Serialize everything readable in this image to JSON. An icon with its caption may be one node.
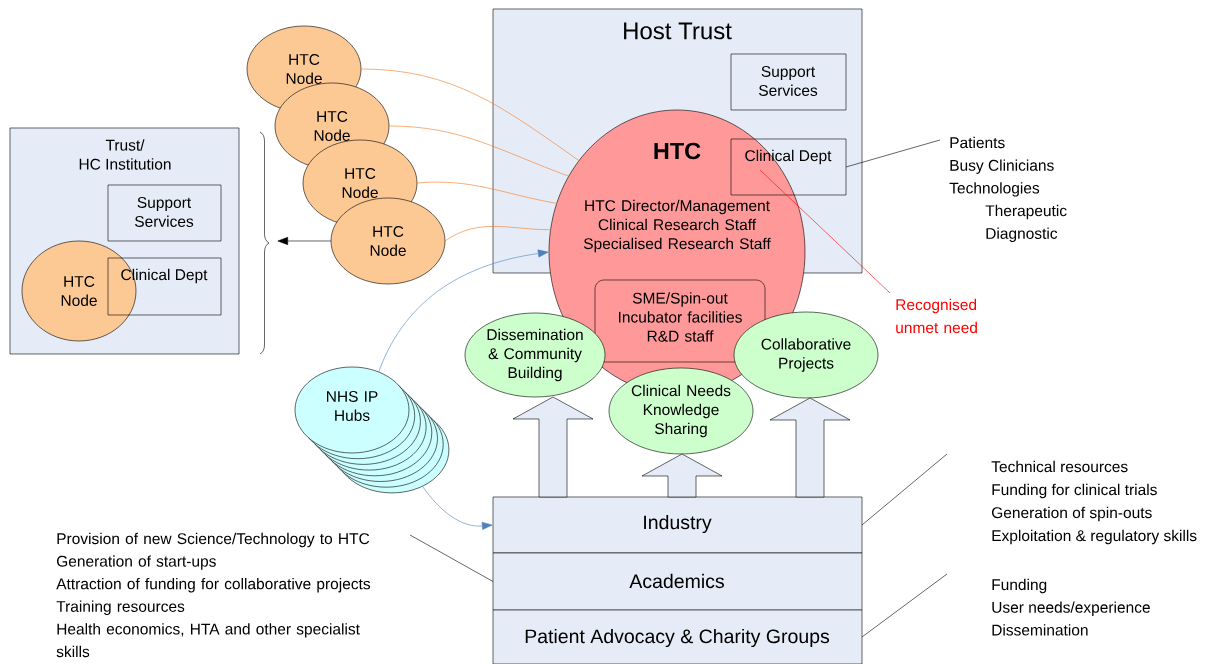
{
  "diagram": {
    "nodes": [
      {
        "text": [
          "Trust/",
          "HC Institution"
        ]
      },
      {
        "text": [
          "Support Services"
        ],
        "in": 0
      },
      {
        "text": [
          "Clinical Dept"
        ],
        "in": 0
      },
      {
        "text": [
          "HTC Node"
        ],
        "in": 0
      },
      {
        "text": [
          "HTC Node"
        ]
      },
      {
        "text": [
          "HTC Node"
        ]
      },
      {
        "text": [
          "HTC Node"
        ]
      },
      {
        "text": [
          "HTC Node"
        ]
      },
      {
        "text": [
          "Host Trust"
        ]
      },
      {
        "text": [
          "Support Services"
        ],
        "in": 8
      },
      {
        "text": [
          "HTC",
          "HTC Director/Management Clinical Research Staff Specialised Research Staff"
        ]
      },
      {
        "text": [
          "Clinical Dept"
        ],
        "in": 8
      },
      {
        "text": [
          "SME/Spin-out Incubator facilities R&D staff"
        ],
        "in": 10
      },
      {
        "text": [
          "Dissemination & Community Building"
        ]
      },
      {
        "text": [
          "Clinical Needs Knowledge Sharing"
        ]
      },
      {
        "text": [
          "Collaborative Projects"
        ]
      },
      {
        "text": [
          "NHS IP Hubs"
        ]
      },
      {
        "text": [
          "Industry"
        ]
      },
      {
        "text": [
          "Academics"
        ]
      },
      {
        "text": [
          "Patient Advocacy & Charity Groups"
        ]
      },
      {
        "text": [
          "Patients",
          "Busy Clinicians",
          "Technologies",
          "Therapeutic",
          "Diagnostic"
        ]
      },
      {
        "text": [
          "Recognised unmet need"
        ]
      },
      {
        "text": [
          "Technical resources",
          "Funding for clinical trials",
          "Generation of spin-outs",
          "Exploitation & regulatory skills"
        ]
      },
      {
        "text": [
          "Funding",
          "User needs/experience",
          "Dissemination"
        ]
      },
      {
        "text": [
          "Provision of new Science/Technology to HTC",
          "Generation of start-ups",
          "Attraction of funding for collaborative projects",
          "Training resources",
          "Health economics, HTA and other specialist skills"
        ]
      }
    ],
    "edges": [
      {
        "from": 4,
        "to": 10,
        "arrow": "none",
        "color": "#f47b20"
      },
      {
        "from": 5,
        "to": 10,
        "arrow": "none",
        "color": "#f47b20"
      },
      {
        "from": 6,
        "to": 10,
        "arrow": "none",
        "color": "#f47b20"
      },
      {
        "from": 7,
        "to": 10,
        "arrow": "none",
        "color": "#f47b20"
      },
      {
        "from": 7,
        "to": null,
        "arrow": "to"
      },
      {
        "from": 16,
        "to": 10,
        "arrow": "to",
        "color": "#4f81bd"
      },
      {
        "from": 16,
        "to": 17,
        "arrow": "to",
        "color": "#4f81bd"
      },
      {
        "from": 11,
        "to": 20,
        "arrow": "none"
      },
      {
        "from": 21,
        "to": 11,
        "arrow": "none",
        "color": "#ff0000"
      },
      {
        "from": 17,
        "to": 13,
        "arrow": "to",
        "style": "thick"
      },
      {
        "from": 17,
        "to": 14,
        "arrow": "to",
        "style": "thick"
      },
      {
        "from": 17,
        "to": 15,
        "arrow": "to",
        "style": "thick"
      },
      {
        "from": 17,
        "to": 22,
        "arrow": "none"
      },
      {
        "from": 19,
        "to": 23,
        "arrow": "none"
      },
      {
        "from": 24,
        "to": 18,
        "arrow": "none"
      }
    ]
  }
}
